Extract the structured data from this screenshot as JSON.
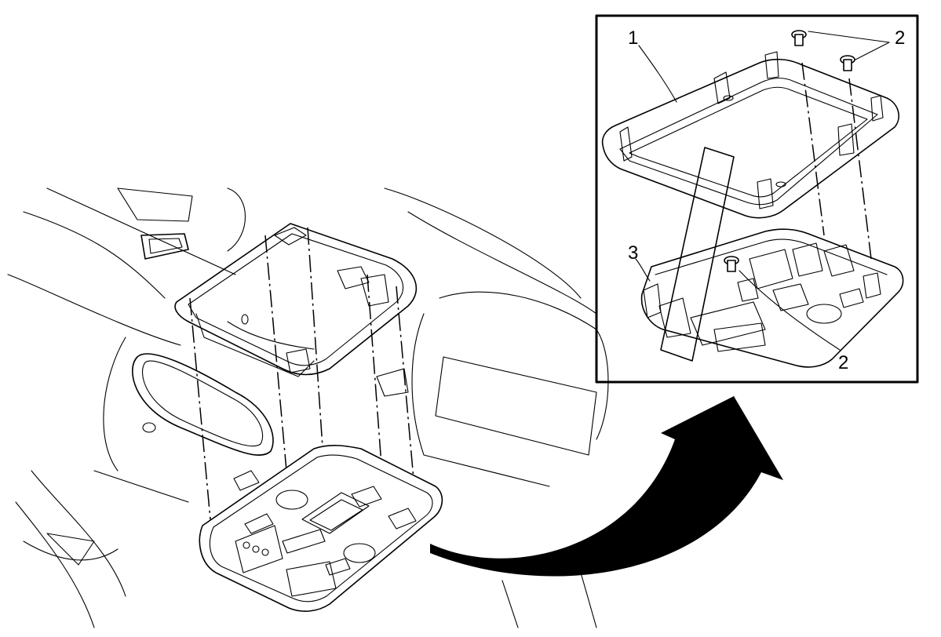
{
  "callouts": {
    "frame": "1",
    "fastener_top": "2",
    "fastener_bottom": "2",
    "console": "3"
  },
  "colors": {
    "line": "#000000",
    "background": "#ffffff",
    "arrow": "#000000"
  }
}
